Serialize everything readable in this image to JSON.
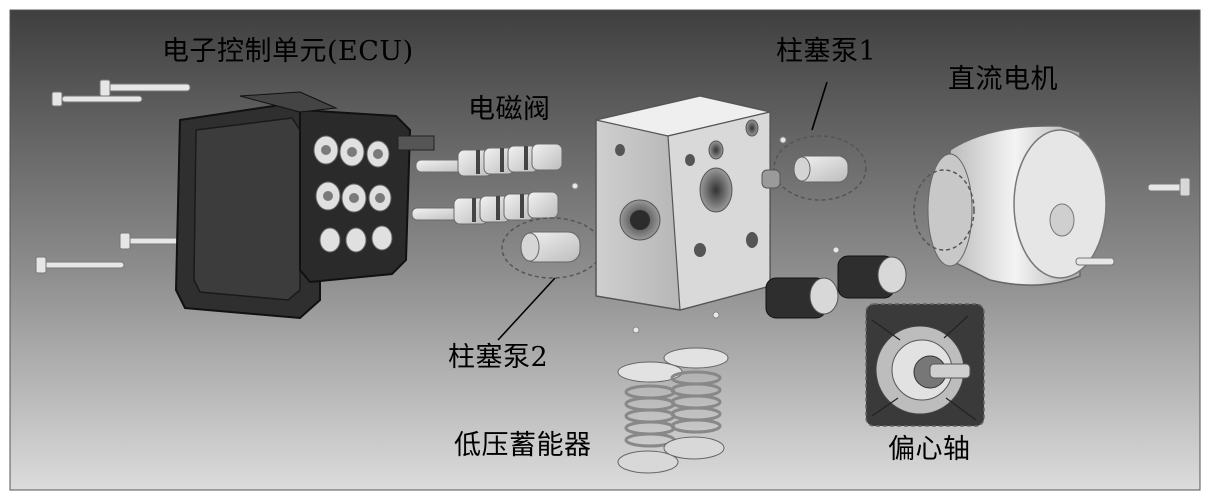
{
  "labels": {
    "ecu": "电子控制单元(ECU)",
    "solenoid_valve": "电磁阀",
    "plunger_pump_1": "柱塞泵1",
    "dc_motor": "直流电机",
    "plunger_pump_2": "柱塞泵2",
    "low_pressure_accumulator": "低压蓄能器",
    "eccentric_shaft": "偏心轴"
  },
  "colors": {
    "background_top": "#4a4a4a",
    "background_bottom": "#d6d6d6",
    "part_light": "#e8e8e8",
    "part_dark": "#2b2b2b",
    "callout_line": "#000000"
  }
}
